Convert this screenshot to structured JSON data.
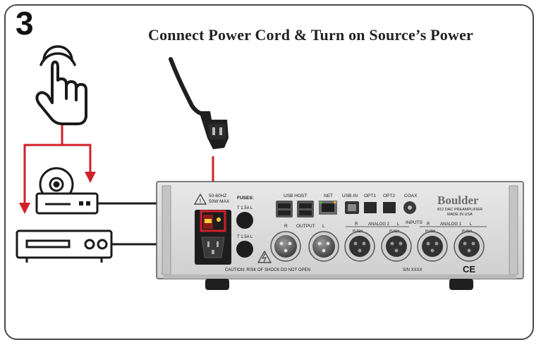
{
  "step_number": "3",
  "title": "Connect Power Cord  & Turn on Source’s Power",
  "device": {
    "brand": "Boulder",
    "model": "812 DAC PREAMPLIFIER",
    "made_in": "MADE IN USA",
    "power_rating_1": "50-60HZ",
    "power_rating_2": "50W MAX",
    "fuses_label": "FUSES:",
    "fuse_1": "T 1.5A L",
    "fuse_2": "T 1.5A L",
    "usb_host": "USB HOST",
    "net": "NET",
    "usb_in": "USB-IN",
    "opt1": "OPT1",
    "opt2": "OPT2",
    "coax": "COAX",
    "output_r": "R",
    "output_label": "OUTPUT",
    "output_l": "L",
    "inputs_label": "INPUTS",
    "analog2": "ANALOG 2",
    "analog1": "ANALOG 1",
    "push": "PUSH",
    "ch_r": "R",
    "ch_l": "L",
    "caution": "CAUTION: RISK OF SHOCK DO NOT OPEN",
    "serial": "S/N XXXX",
    "ce": "CE"
  },
  "colors": {
    "arrow": "#d0202a",
    "outline": "#222222",
    "chassis": "#d7d7d7"
  }
}
